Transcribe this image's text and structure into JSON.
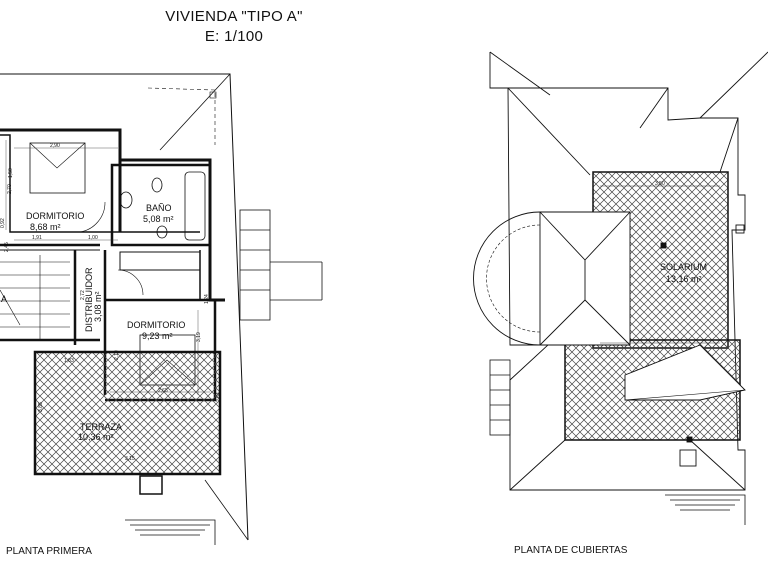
{
  "title": "VIVIENDA \"TIPO A\"",
  "scale": "E: 1/100",
  "rooms_left": {
    "dormitorio1": {
      "name": "DORMITORIO",
      "area": "8,68 m²"
    },
    "bano": {
      "name": "BAÑO",
      "area": "5,08 m²"
    },
    "distribuidor": {
      "name": "DISTRIBUIDOR",
      "area": "3,08 m²"
    },
    "dormitorio2": {
      "name": "DORMITORIO",
      "area": "9,23 m²"
    },
    "terraza": {
      "name": "TERRAZA",
      "area": "10,36 m²"
    },
    "partial": "A"
  },
  "rooms_right": {
    "solarium": {
      "name": "SOLARIUM",
      "area": "13,16 m²"
    }
  },
  "dims": {
    "d290": "2,90",
    "d191": "1,91",
    "d100": "1,00",
    "d272": "2,72",
    "d265": "2,65",
    "d284": "2,84",
    "d319": "3,19",
    "d150": "1,50",
    "d124": "1,24",
    "d219": "2,19",
    "d183": "1,83",
    "d385": "3,85",
    "d350": "3,50",
    "d270": "2,70",
    "d092": "0,92",
    "d315": "3,15",
    "d245": "2,45"
  },
  "captions": {
    "left": "PLANTA PRIMERA",
    "right": "PLANTA DE CUBIERTAS"
  }
}
